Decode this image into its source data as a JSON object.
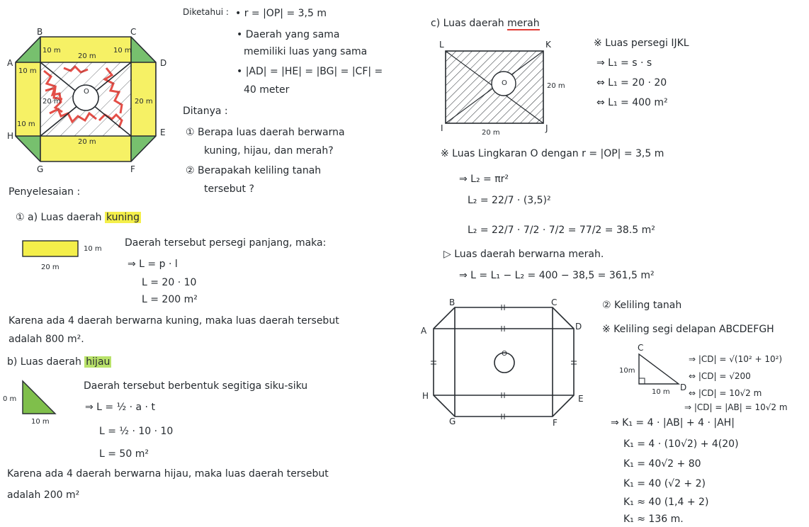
{
  "diketahui": {
    "label": "Diketahui :",
    "r": "• r = |OP| = 3,5 m",
    "daerah1": "• Daerah yang sama",
    "daerah2": "memiliki luas yang sama",
    "sides1": "• |AD| = |HE| = |BG| = |CF| =",
    "sides2": "40 meter"
  },
  "ditanya": {
    "label": "Ditanya :",
    "q1a": "① Berapa luas daerah berwarna",
    "q1b": "kuning, hijau, dan merah?",
    "q2a": "② Berapakah keliling tanah",
    "q2b": "tersebut ?"
  },
  "penyelesaian": "Penyelesaian :",
  "kuning": {
    "head_prefix": "① a) Luas daerah",
    "head_word": "kuning",
    "desc": "Daerah tersebut persegi panjang, maka:",
    "f1": "⇒ L = p · l",
    "f2": "L = 20 · 10",
    "f3": "L = 200 m²",
    "concl1": "Karena ada 4 daerah berwarna kuning, maka luas daerah tersebut",
    "concl2": "adalah 800 m².",
    "side_w": "20 m",
    "side_h": "10 m"
  },
  "hijau": {
    "head_prefix": "b) Luas daerah",
    "head_word": "hijau",
    "desc": "Daerah tersebut berbentuk segitiga siku-siku",
    "f1": "⇒ L = ½ · a · t",
    "f2": "L = ½ · 10 · 10",
    "f3": "L = 50 m²",
    "concl1": "Karena ada 4 daerah berwarna hijau, maka luas daerah tersebut",
    "concl2": "adalah 200 m²",
    "side_h": "0 m",
    "side_w": "10 m"
  },
  "merah": {
    "head_prefix": "c) Luas daerah",
    "head_word": "merah",
    "persegi_title": "※ Luas persegi IJKL",
    "p1": "⇒ L₁ = s · s",
    "p2": "⇔ L₁ = 20 · 20",
    "p3": "⇔ L₁ = 400 m²",
    "lingkaran_title": "※ Luas Lingkaran O dengan r = |OP| = 3,5 m",
    "c1": "⇒ L₂ = πr²",
    "c2": "L₂ = 22/7 · (3,5)²",
    "c3": "L₂ = 22/7 · 7/2 · 7/2 = 77/2 = 38.5 m²",
    "res_title": "▷ Luas daerah berwarna merah.",
    "res": "⇒ L = L₁ − L₂ = 400 − 38,5 = 361,5 m²",
    "lbl_L": "L",
    "lbl_K": "K",
    "lbl_I": "I",
    "lbl_J": "J",
    "lbl_O": "O",
    "side_r": "20 m",
    "side_b": "20 m"
  },
  "keliling": {
    "title": "② Keliling tanah",
    "sub": "※ Keliling segi delapan ABCDEFGH",
    "tri_c": "C",
    "tri_d": "D",
    "tri_h": "10m",
    "tri_w": "10 m",
    "cd1": "⇒ |CD| = √(10² + 10²)",
    "cd2": "⇔ |CD| = √200",
    "cd3": "⇔ |CD| = 10√2 m",
    "cd4": "⇒ |CD| = |AB| = 10√2 m",
    "k1": "⇒ K₁ = 4 · |AB| + 4 · |AH|",
    "k2": "K₁ = 4 · (10√2) + 4(20)",
    "k3": "K₁ = 40√2 + 80",
    "k4": "K₁ = 40 (√2 + 2)",
    "k5": "K₁ ≈ 40 (1,4 + 2)",
    "k6": "K₁ ≈ 136 m."
  },
  "fig1": {
    "A": "A",
    "B": "B",
    "C": "C",
    "D": "D",
    "E": "E",
    "F": "F",
    "G": "G",
    "H": "H",
    "O": "O",
    "lbl_10a": "10 m",
    "lbl_10b": "10 m",
    "lbl_20top": "20 m",
    "lbl_10left": "10 m",
    "lbl_20left": "20 m",
    "lbl_20right": "20 m",
    "lbl_10h": "10 m",
    "lbl_20bottom": "20 m"
  },
  "fig2": {
    "A": "A",
    "B": "B",
    "C": "C",
    "D": "D",
    "E": "E",
    "F": "F",
    "G": "G",
    "H": "H",
    "O": "O"
  },
  "colors": {
    "yellow": "#f4ef4a",
    "green": "#49a843",
    "red": "#e23b34",
    "ink": "#262b30"
  }
}
